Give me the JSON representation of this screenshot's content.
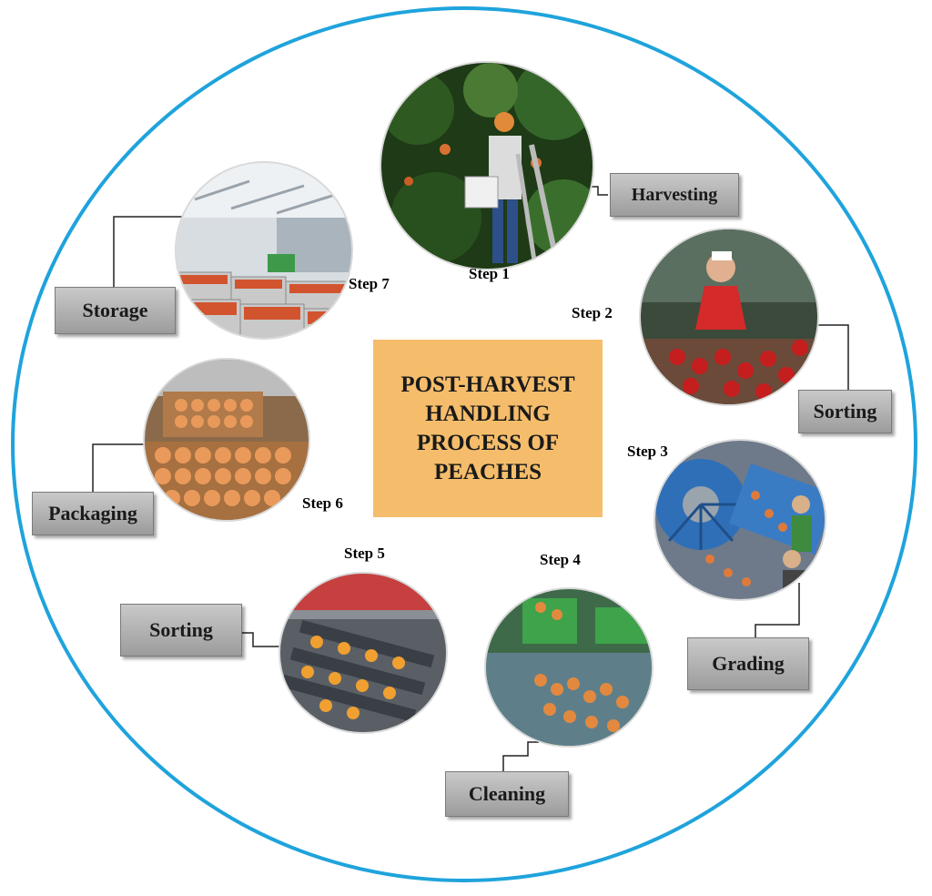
{
  "center": {
    "title": "POST-HARVEST HANDLING PROCESS OF PEACHES"
  },
  "steps": [
    {
      "step": "Step 1",
      "label": "Harvesting"
    },
    {
      "step": "Step 2",
      "label": "Sorting"
    },
    {
      "step": "Step 3",
      "label": "Grading"
    },
    {
      "step": "Step 4",
      "label": "Cleaning"
    },
    {
      "step": "Step 5",
      "label": "Sorting"
    },
    {
      "step": "Step 6",
      "label": "Packaging"
    },
    {
      "step": "Step 7",
      "label": "Storage"
    }
  ],
  "colors": {
    "ring": "#1fa3dc",
    "center_box": "#f5bd6b",
    "label_box": "#b3b3b3",
    "peach": "#e8833a"
  }
}
